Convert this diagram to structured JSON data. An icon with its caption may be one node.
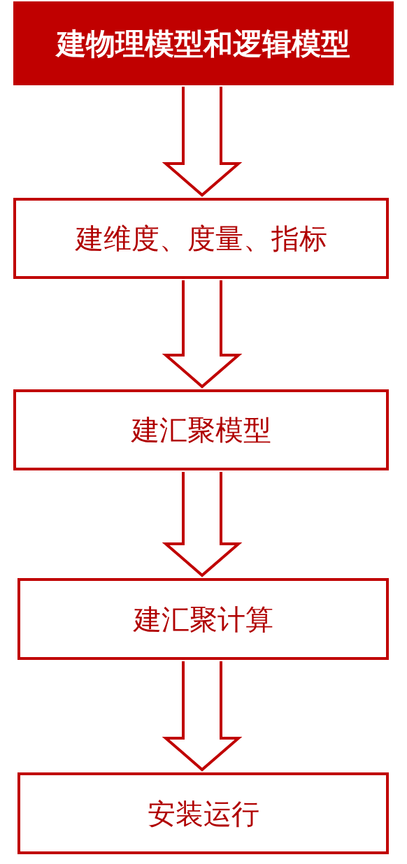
{
  "diagram": {
    "nodes": [
      {
        "text": [
          "建物理模型和逻辑模型"
        ]
      },
      {
        "text": [
          "建维度、度量、指标"
        ]
      },
      {
        "text": [
          "建汇聚模型"
        ]
      },
      {
        "text": [
          "建汇聚计算"
        ]
      },
      {
        "text": [
          "安装运行"
        ]
      }
    ],
    "edges": [
      {
        "from": 0,
        "to": 1,
        "arrow": "to"
      },
      {
        "from": 1,
        "to": 2,
        "arrow": "to"
      },
      {
        "from": 2,
        "to": 3,
        "arrow": "to"
      },
      {
        "from": 3,
        "to": 4,
        "arrow": "to"
      }
    ]
  }
}
